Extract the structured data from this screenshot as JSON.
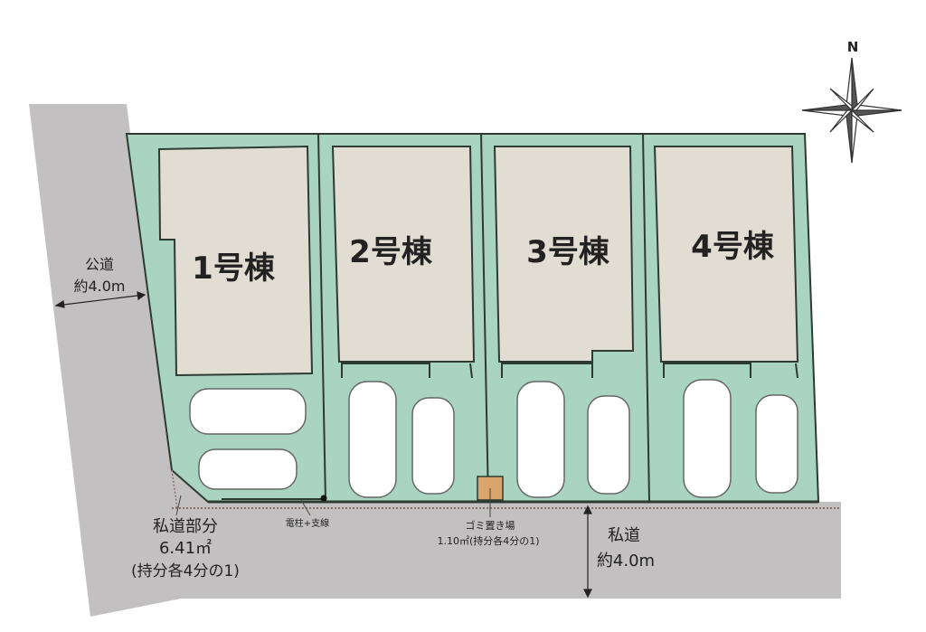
{
  "buildings": [
    {
      "label": "1号棟"
    },
    {
      "label": "2号棟"
    },
    {
      "label": "3号棟"
    },
    {
      "label": "4号棟"
    }
  ],
  "public_road": {
    "name": "公道",
    "width": "約4.0m"
  },
  "private_road_share": {
    "title": "私道部分",
    "area": "6.41㎡",
    "share": "(持分各4分の1)"
  },
  "utility_pole": {
    "label": "電柱+支線"
  },
  "garbage": {
    "title": "ゴミ置き場",
    "detail": "1.10㎡(持分各4分の1)"
  },
  "private_road": {
    "name": "私道",
    "width": "約4.0m"
  },
  "compass": {
    "north": "N"
  },
  "colors": {
    "lot": "#a9d4c1",
    "building": "#e2ddd2",
    "road": "#c2c0c1",
    "garbage": "#d8a56c"
  }
}
